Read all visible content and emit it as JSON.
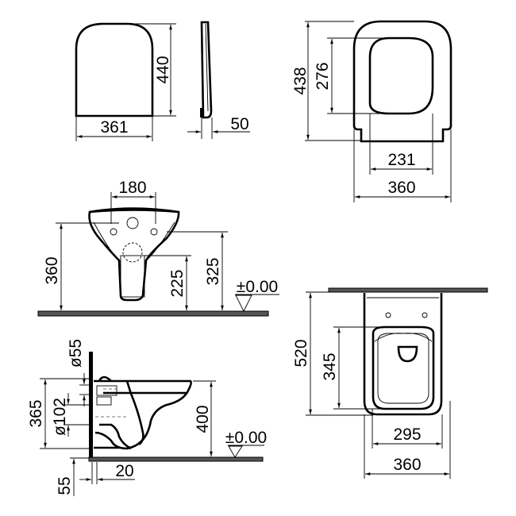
{
  "views": {
    "lid_front": {
      "width_label": "361",
      "height_label": "440"
    },
    "lid_side": {
      "thickness_label": "50"
    },
    "seat_top": {
      "outer_height_label": "438",
      "inner_height_label": "276",
      "inner_width_label": "231",
      "outer_width_label": "360"
    },
    "bowl_front": {
      "bolt_spacing_label": "180",
      "height_360_label": "360",
      "height_225_label": "225",
      "height_325_label": "325",
      "level_label": "±0.00"
    },
    "bowl_side": {
      "diameter_55_label": "ø55",
      "diameter_102_label": "ø102",
      "height_365_label": "365",
      "height_400_label": "400",
      "offset_55_label": "55",
      "offset_20_label": "20",
      "level_label": "±0.00"
    },
    "bowl_top": {
      "length_label": "520",
      "seat_length_label": "345",
      "inner_width_label": "295",
      "outer_width_label": "360"
    }
  }
}
